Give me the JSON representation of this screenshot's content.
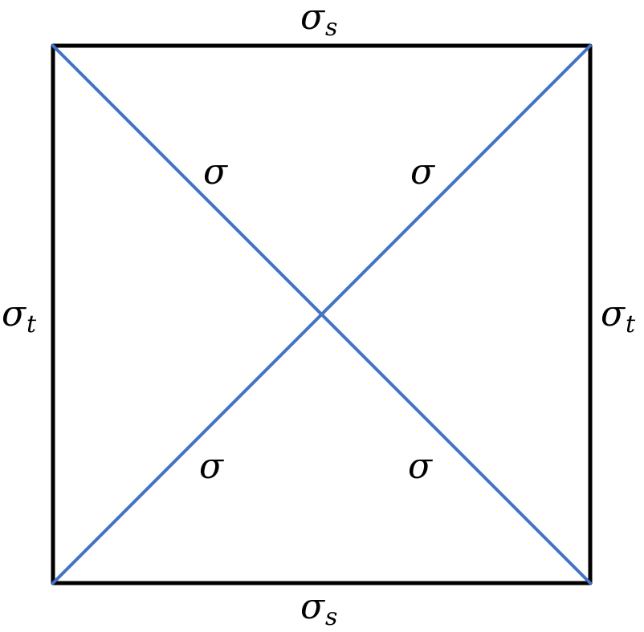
{
  "diagram": {
    "type": "square-with-diagonals",
    "colors": {
      "square_edge": "#000000",
      "diagonal": "#4472c4",
      "background": "#ffffff"
    },
    "edges": {
      "top": {
        "symbol": "σ",
        "subscript": "s"
      },
      "bottom": {
        "symbol": "σ",
        "subscript": "s"
      },
      "left": {
        "symbol": "σ",
        "subscript": "t"
      },
      "right": {
        "symbol": "σ",
        "subscript": "t"
      }
    },
    "diagonal_labels": {
      "upper_left": "σ",
      "upper_right": "σ",
      "lower_left": "σ",
      "lower_right": "σ"
    }
  }
}
